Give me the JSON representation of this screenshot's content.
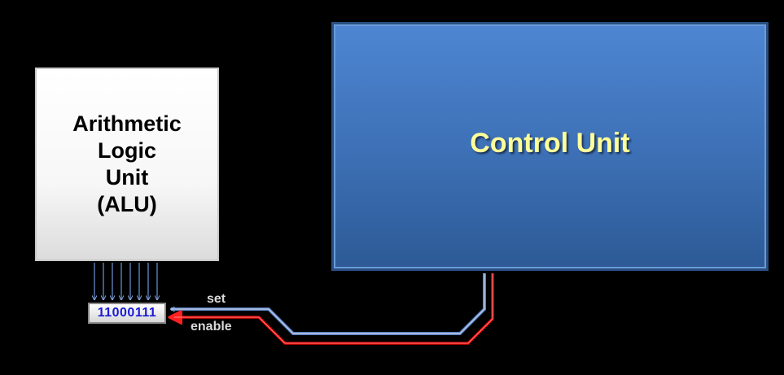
{
  "alu": {
    "label": "Arithmetic\nLogic\nUnit\n(ALU)"
  },
  "control_unit": {
    "label": "Control Unit"
  },
  "register": {
    "value": "11000111"
  },
  "signals": {
    "set_label": "set",
    "enable_label": "enable"
  },
  "colors": {
    "background": "#000000",
    "alu_fill": "#f7f7f7",
    "control_fill": "#3c6fb4",
    "control_text": "#ffff99",
    "set_wire": "#5a7fc0",
    "enable_wire": "#e00000",
    "register_text": "#1a1ad8"
  }
}
